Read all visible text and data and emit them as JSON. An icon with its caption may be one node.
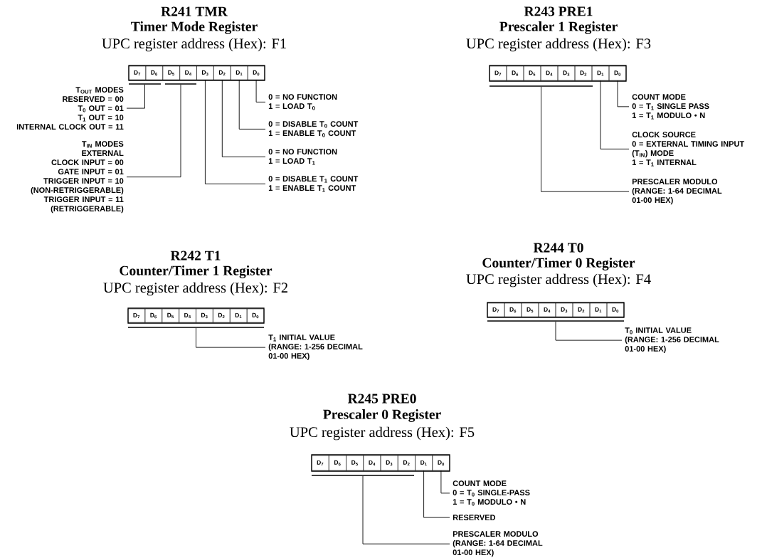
{
  "diagram": {
    "nodes": [
      {
        "text": [],
        "shape": "box"
      },
      {
        "text": [
          "D$_{7}$"
        ],
        "in": 0
      },
      {
        "text": [
          "D$_{6}$"
        ],
        "in": 0
      },
      {
        "text": [
          "D$_{5}$"
        ],
        "in": 0
      },
      {
        "text": [
          "D$_{4}$"
        ],
        "in": 0
      },
      {
        "text": [
          "D$_{3}$"
        ],
        "in": 0
      },
      {
        "text": [
          "D$_{2}$"
        ],
        "in": 0
      },
      {
        "text": [
          "D$_{1}$"
        ],
        "in": 0
      },
      {
        "text": [
          "D$_{0}$"
        ],
        "in": 0
      },
      {
        "text": [],
        "shape": "bar"
      },
      {
        "text": [],
        "shape": "bar"
      },
      {
        "text": [
          "T$_{OUT}$ MODES",
          "RESERVED = 00",
          "T$_{0}$ OUT = 01",
          "T$_{1}$ OUT = 10",
          "INTERNAL CLOCK OUT = 11"
        ]
      },
      {
        "text": [
          "0 = NO FUNCTION",
          "1 = LOAD T$_{0}$"
        ]
      },
      {
        "text": [
          "0 = DISABLE T$_{0}$ COUNT",
          "1 = ENABLE T$_{0}$ COUNT"
        ]
      },
      {
        "text": [
          "T$_{IN}$ MODES",
          "EXTERNAL CLOCK INPUT = 00",
          "GATE INPUT = 01",
          "TRIGGER INPUT = 10 (NON-RETRIGGERABLE)",
          "TRIGGER INPUT = 11 (RETRIGGERABLE)"
        ]
      },
      {
        "text": [
          "0 = NO FUNCTION",
          "1 = LOAD T$_{1}$"
        ]
      },
      {
        "text": [
          "0 = DISABLE T$_{1}$ COUNT",
          "1 = ENABLE T$_{1}$ COUNT"
        ]
      },
      {
        "text": [],
        "shape": "box"
      },
      {
        "text": [
          "D$_{7}$"
        ],
        "in": 17
      },
      {
        "text": [
          "D$_{6}$"
        ],
        "in": 17
      },
      {
        "text": [
          "D$_{5}$"
        ],
        "in": 17
      },
      {
        "text": [
          "D$_{4}$"
        ],
        "in": 17
      },
      {
        "text": [
          "D$_{3}$"
        ],
        "in": 17
      },
      {
        "text": [
          "D$_{2}$"
        ],
        "in": 17
      },
      {
        "text": [
          "D$_{1}$"
        ],
        "in": 17
      },
      {
        "text": [
          "D$_{0}$"
        ],
        "in": 17
      },
      {
        "text": [],
        "shape": "bar"
      },
      {
        "text": [
          "COUNT MODE",
          "0 = T$_{1}$ SINGLE PASS",
          "1 = T$_{1}$ MODULO • N"
        ]
      },
      {
        "text": [
          "CLOCK SOURCE",
          "0 = EXTERNAL TIMING INPUT (T$_{IN}$) MODE",
          "1 = T$_{1}$ INTERNAL"
        ]
      },
      {
        "text": [
          "PRESCALER MODULO",
          "(RANGE: 1-64 DECIMAL 01-00 HEX)"
        ]
      },
      {
        "text": [],
        "shape": "box"
      },
      {
        "text": [
          "D$_{7}$"
        ],
        "in": 30
      },
      {
        "text": [
          "D$_{6}$"
        ],
        "in": 30
      },
      {
        "text": [
          "D$_{5}$"
        ],
        "in": 30
      },
      {
        "text": [
          "D$_{4}$"
        ],
        "in": 30
      },
      {
        "text": [
          "D$_{3}$"
        ],
        "in": 30
      },
      {
        "text": [
          "D$_{2}$"
        ],
        "in": 30
      },
      {
        "text": [
          "D$_{1}$"
        ],
        "in": 30
      },
      {
        "text": [
          "D$_{0}$"
        ],
        "in": 30
      },
      {
        "text": [],
        "shape": "bar"
      },
      {
        "text": [
          "T$_{1}$ INITIAL VALUE",
          "(RANGE: 1-256 DECIMAL 01-00 HEX)"
        ]
      },
      {
        "text": [],
        "shape": "box"
      },
      {
        "text": [
          "D$_{7}$"
        ],
        "in": 41
      },
      {
        "text": [
          "D$_{6}$"
        ],
        "in": 41
      },
      {
        "text": [
          "D$_{5}$"
        ],
        "in": 41
      },
      {
        "text": [
          "D$_{4}$"
        ],
        "in": 41
      },
      {
        "text": [
          "D$_{3}$"
        ],
        "in": 41
      },
      {
        "text": [
          "D$_{2}$"
        ],
        "in": 41
      },
      {
        "text": [
          "D$_{1}$"
        ],
        "in": 41
      },
      {
        "text": [
          "D$_{0}$"
        ],
        "in": 41
      },
      {
        "text": [],
        "shape": "bar"
      },
      {
        "text": [
          "T$_{0}$ INITIAL VALUE",
          "(RANGE: 1-256 DECIMAL 01-00 HEX)"
        ]
      },
      {
        "text": [],
        "shape": "box"
      },
      {
        "text": [
          "D$_{7}$"
        ],
        "in": 52
      },
      {
        "text": [
          "D$_{6}$"
        ],
        "in": 52
      },
      {
        "text": [
          "D$_{5}$"
        ],
        "in": 52
      },
      {
        "text": [
          "D$_{4}$"
        ],
        "in": 52
      },
      {
        "text": [
          "D$_{3}$"
        ],
        "in": 52
      },
      {
        "text": [
          "D$_{2}$"
        ],
        "in": 52
      },
      {
        "text": [
          "D$_{1}$"
        ],
        "in": 52
      },
      {
        "text": [
          "D$_{0}$"
        ],
        "in": 52
      },
      {
        "text": [],
        "shape": "bar"
      },
      {
        "text": [
          "COUNT MODE",
          "0 = T$_{0}$ SINGLE-PASS",
          "1 = T$_{0}$ MODULO • N"
        ]
      },
      {
        "text": [
          "RESERVED"
        ]
      },
      {
        "text": [
          "PRESCALER MODULO",
          "(RANGE: 1-64 DECIMAL 01-00 HEX)"
        ]
      }
    ],
    "edges": [
      {
        "from": 8,
        "to": 12,
        "arrow": "none"
      },
      {
        "from": 7,
        "to": 13,
        "arrow": "none"
      },
      {
        "from": 6,
        "to": 15,
        "arrow": "none"
      },
      {
        "from": 5,
        "to": 16,
        "arrow": "none"
      },
      {
        "from": 9,
        "to": 11,
        "arrow": "none"
      },
      {
        "from": 10,
        "to": 14,
        "arrow": "none"
      },
      {
        "from": 25,
        "to": 27,
        "arrow": "none"
      },
      {
        "from": 24,
        "to": 28,
        "arrow": "none"
      },
      {
        "from": 26,
        "to": 29,
        "arrow": "none"
      },
      {
        "from": 39,
        "to": 40,
        "arrow": "none"
      },
      {
        "from": 50,
        "to": 51,
        "arrow": "none"
      },
      {
        "from": 60,
        "to": 62,
        "arrow": "none"
      },
      {
        "from": 59,
        "to": 63,
        "arrow": "none"
      },
      {
        "from": 61,
        "to": 64,
        "arrow": "none"
      }
    ],
    "labels": [
      "R241 TMR",
      "Timer Mode Register",
      "UPC register address (Hex): F1",
      "R243 PRE1",
      "Prescaler 1 Register",
      "UPC register address (Hex): F3",
      "R242 T1",
      "Counter/Timer 1 Register",
      "UPC register address (Hex): F2",
      "R244 T0",
      "Counter/Timer 0 Register",
      "UPC register address (Hex): F4",
      "R245 PRE0",
      "Prescaler 0 Register",
      "UPC register address (Hex): F5"
    ]
  }
}
